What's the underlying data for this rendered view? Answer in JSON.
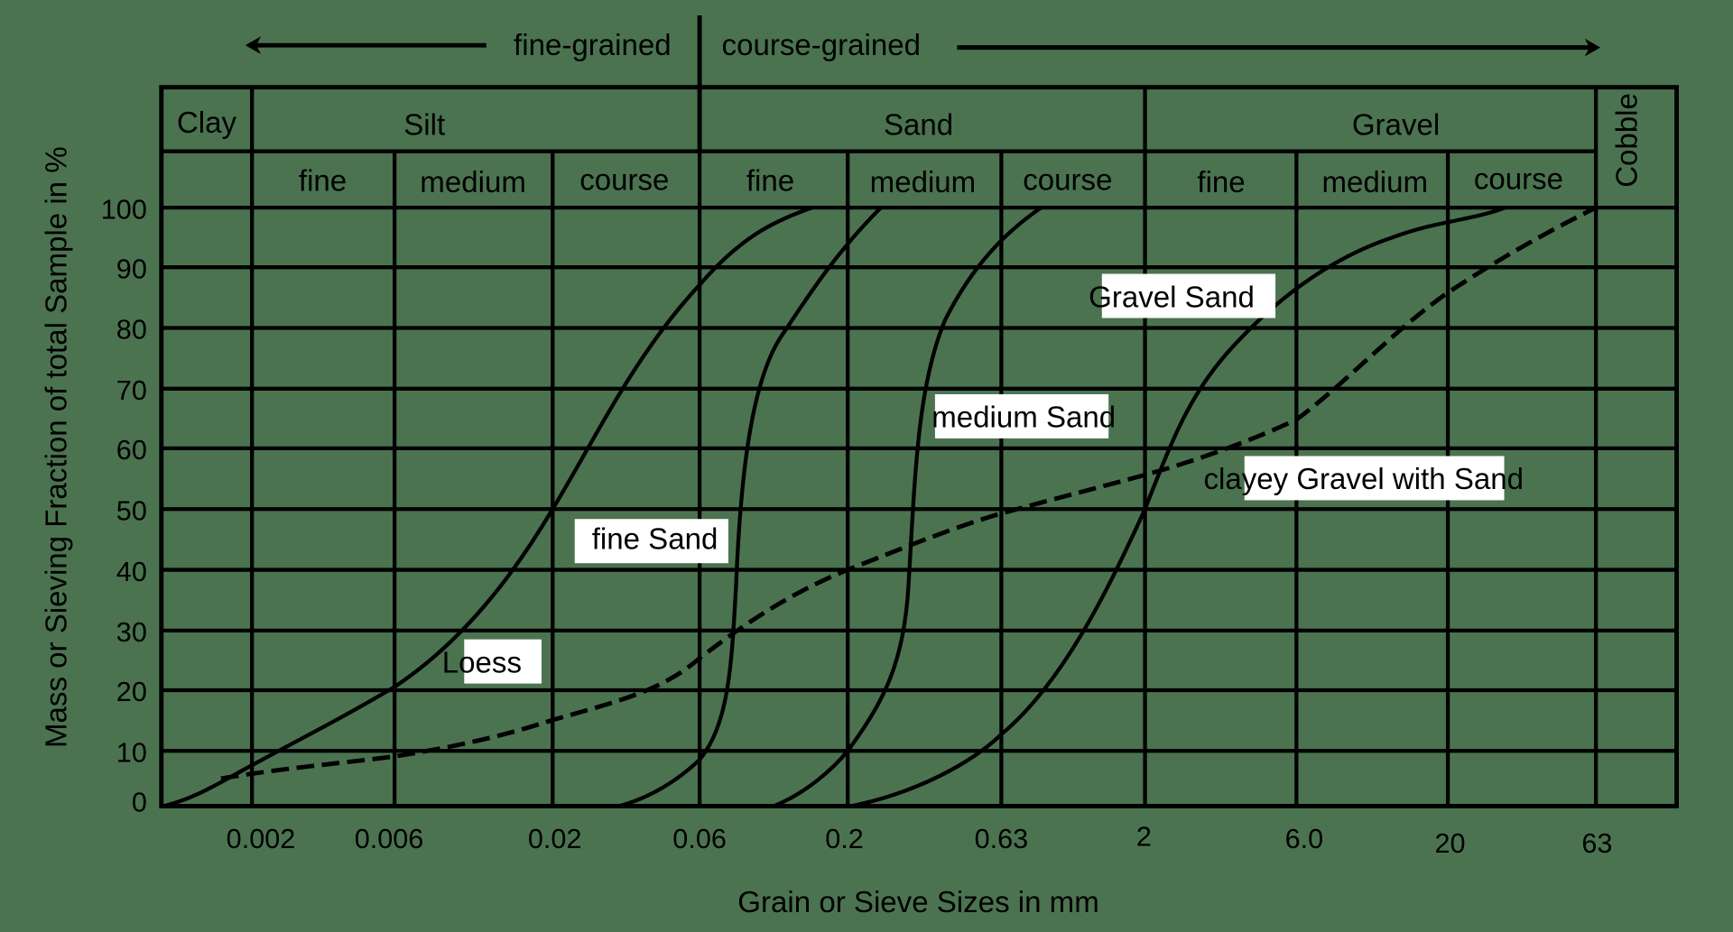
{
  "chart_data": {
    "type": "line",
    "title": "",
    "xlabel": "Grain or Sieve Sizes in mm",
    "ylabel": "Mass or Sieving Fraction of total Sample in %",
    "x_scale": "log",
    "x_ticks": [
      "0.002",
      "0.006",
      "0.02",
      "0.06",
      "0.2",
      "0.63",
      "2",
      "6.0",
      "20",
      "63"
    ],
    "y_ticks": [
      "0",
      "10",
      "20",
      "30",
      "40",
      "50",
      "60",
      "70",
      "80",
      "90",
      "100"
    ],
    "ylim": [
      0,
      100
    ],
    "grid": true,
    "top_annotation": {
      "left": "fine-grained",
      "right": "course-grained",
      "divider_at": "0.06"
    },
    "header_bands": [
      {
        "label": "Clay",
        "sub": []
      },
      {
        "label": "Silt",
        "sub": [
          "fine",
          "medium",
          "course"
        ]
      },
      {
        "label": "Sand",
        "sub": [
          "fine",
          "medium",
          "course"
        ]
      },
      {
        "label": "Gravel",
        "sub": [
          "fine",
          "medium",
          "course"
        ]
      },
      {
        "label": "Cobble",
        "sub": []
      }
    ],
    "series": [
      {
        "name": "Loess",
        "style": "solid",
        "x": [
          0.0007,
          0.002,
          0.006,
          0.02,
          0.06,
          0.1
        ],
        "values": [
          0,
          7,
          20,
          50,
          86,
          100
        ]
      },
      {
        "name": "fine Sand",
        "style": "solid",
        "x": [
          0.04,
          0.06,
          0.075,
          0.1,
          0.2
        ],
        "values": [
          0,
          9,
          40,
          75,
          100
        ]
      },
      {
        "name": "medium Sand",
        "style": "solid",
        "x": [
          0.1,
          0.2,
          0.3,
          0.4,
          0.63
        ],
        "values": [
          0,
          10,
          40,
          75,
          100
        ]
      },
      {
        "name": "Gravel Sand",
        "style": "solid",
        "x": [
          0.2,
          0.63,
          2,
          6.0,
          20,
          35
        ],
        "values": [
          0,
          12,
          50,
          84,
          97,
          100
        ]
      },
      {
        "name": "clayey Gravel with Sand",
        "style": "dashed",
        "x": [
          0.0015,
          0.006,
          0.02,
          0.06,
          0.2,
          0.63,
          2,
          6.0,
          20,
          63
        ],
        "values": [
          5,
          9,
          15,
          28,
          40,
          49,
          56,
          65,
          86,
          100
        ]
      }
    ]
  },
  "labels": {
    "fine_grained": "fine-grained",
    "course_grained": "course-grained",
    "clay": "Clay",
    "silt": "Silt",
    "sand": "Sand",
    "gravel": "Gravel",
    "cobble": "Cobble",
    "fine": "fine",
    "medium": "medium",
    "course": "course",
    "xlabel": "Grain or Sieve Sizes in mm",
    "ylabel": "Mass or Sieving Fraction of total Sample in %",
    "loess": "Loess",
    "fine_sand": " fine Sand",
    "medium_sand": "medium Sand",
    "gravel_sand": "Gravel Sand",
    "clayey_gravel": "clayey Gravel with Sand"
  },
  "yticks": [
    "100",
    "90",
    "80",
    "70",
    "60",
    "50",
    "40",
    "30",
    "20",
    "10",
    "0"
  ],
  "xticks": [
    "0.002",
    "0.006",
    "0.02",
    "0.06",
    "0.2",
    "0.63",
    "2",
    "6.0",
    "20",
    "63"
  ],
  "colors": {
    "background": "#4b7350",
    "ink": "#000000",
    "label_bg": "#ffffff"
  }
}
